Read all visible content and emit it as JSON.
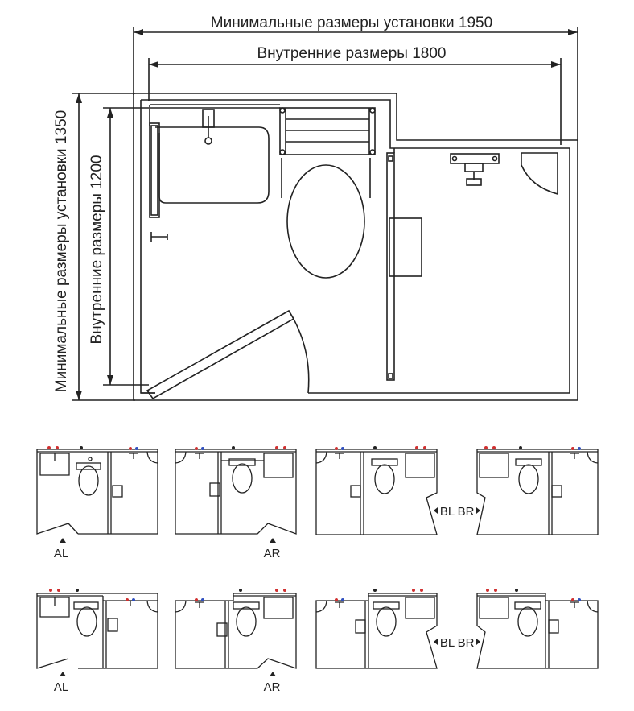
{
  "dimensions": {
    "outer_width_label": "Минимальные размеры установки 1950",
    "inner_width_label": "Внутренние размеры 1800",
    "outer_height_label": "Минимальные размеры установки 1350",
    "inner_height_label": "Внутренние размеры 1200"
  },
  "variants": {
    "row1": [
      "AL",
      "AR",
      "BL",
      "BR"
    ],
    "row2": [
      "AL",
      "AR",
      "BL",
      "BR"
    ]
  },
  "colors": {
    "line": "#222222",
    "hot_tap": "#d03030",
    "cold_tap": "#3050c0"
  }
}
